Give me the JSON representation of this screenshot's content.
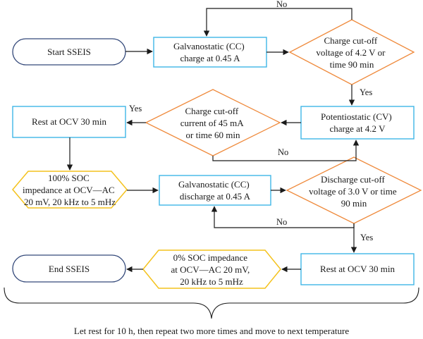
{
  "nodes": {
    "start": {
      "text": [
        "Start SSEIS"
      ]
    },
    "galv_charge": {
      "text": [
        "Galvanostatic (CC)",
        "charge at 0.45 A"
      ]
    },
    "charge_cutoff": {
      "text": [
        "Charge cut-off",
        "voltage of 4.2 V or",
        "time 90 min"
      ]
    },
    "potentiostatic": {
      "text": [
        "Potentiostatic (CV)",
        "charge at 4.2 V"
      ]
    },
    "current_cutoff": {
      "text": [
        "Charge cut-off",
        "current of 45 mA",
        "or time 60 min"
      ]
    },
    "rest_1": {
      "text": [
        "Rest at OCV 30 min"
      ]
    },
    "soc100": {
      "text": [
        "100% SOC",
        "impedance at OCV—AC",
        "20 mV, 20 kHz to 5 mHz"
      ]
    },
    "galv_discharge": {
      "text": [
        "Galvanostatic (CC)",
        "discharge at 0.45 A"
      ]
    },
    "discharge_cutoff": {
      "text": [
        "Discharge cut-off",
        "voltage of 3.0 V or time",
        "90 min"
      ]
    },
    "rest_2": {
      "text": [
        "Rest at OCV 30 min"
      ]
    },
    "soc0": {
      "text": [
        "0% SOC impedance",
        "at OCV—AC 20 mV,",
        "20 kHz to 5 mHz"
      ]
    },
    "end": {
      "text": [
        "End SSEIS"
      ]
    }
  },
  "labels": {
    "no_top": "No",
    "yes_charge_cutoff": "Yes",
    "yes_current_cutoff": "Yes",
    "no_current_cutoff": "No",
    "no_discharge": "No",
    "yes_discharge": "Yes"
  },
  "footer": "Let rest for 10 h, then repeat two more times and move to next temperature",
  "colors": {
    "process_border": "#3fb6e6",
    "decision_border": "#ef8a3c",
    "impedance_border": "#f4c21d",
    "terminal_border": "#34497a",
    "connector": "#1a1a1a"
  }
}
